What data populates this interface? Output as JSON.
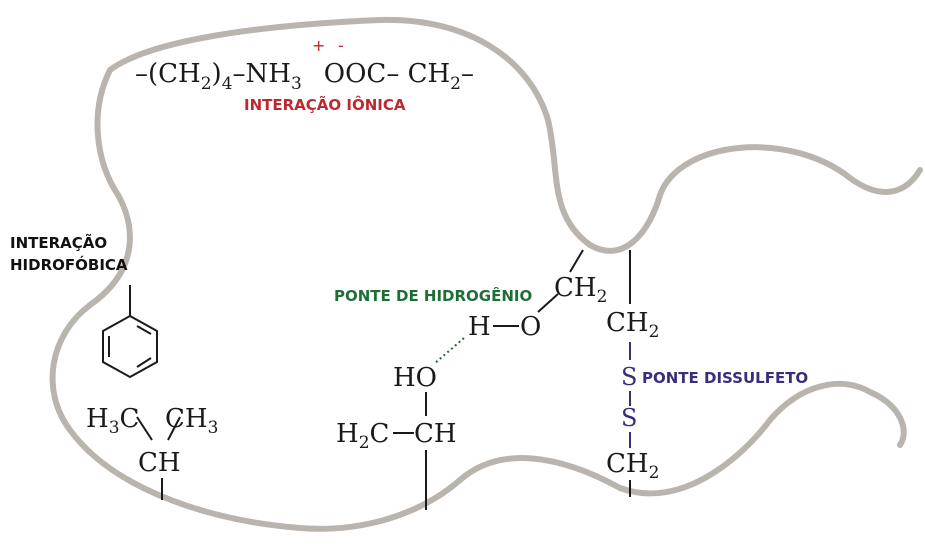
{
  "labels": {
    "ionic": "INTERAÇÃO IÔNICA",
    "hydrophobic_line1": "INTERAÇÃO",
    "hydrophobic_line2": "HIDROFÓBICA",
    "hydrogen_bridge": "PONTE DE HIDROGÊNIO",
    "disulfide_bridge": "PONTE DISSULFETO"
  },
  "ionic_formula": {
    "part1": "–(CH",
    "sub1": "2",
    "part2": ")",
    "sub2": "4",
    "part3": "–NH",
    "sub3": "3",
    "plus": "+",
    "minus": "-",
    "part4": "OOC– CH",
    "sub4": "2",
    "part5": "–"
  },
  "valine": {
    "left": "H",
    "left_sub": "3",
    "left_end": "C",
    "right": "CH",
    "right_sub": "3",
    "center": "CH"
  },
  "serine": {
    "h": "H",
    "o": "O",
    "ch2": "CH",
    "ch2_sub": "2"
  },
  "threonine": {
    "ho": "HO",
    "left": "H",
    "left_sub": "2",
    "left_end": "C",
    "ch": "CH"
  },
  "cysteine": {
    "top": "CH",
    "top_sub": "2",
    "s1": "S",
    "s2": "S",
    "bottom": "CH",
    "bottom_sub": "2"
  },
  "colors": {
    "chain": "#bab4af",
    "ionic": "#c0282f",
    "hydrogen": "#1f6e38",
    "disulfide": "#3a2d7a"
  }
}
